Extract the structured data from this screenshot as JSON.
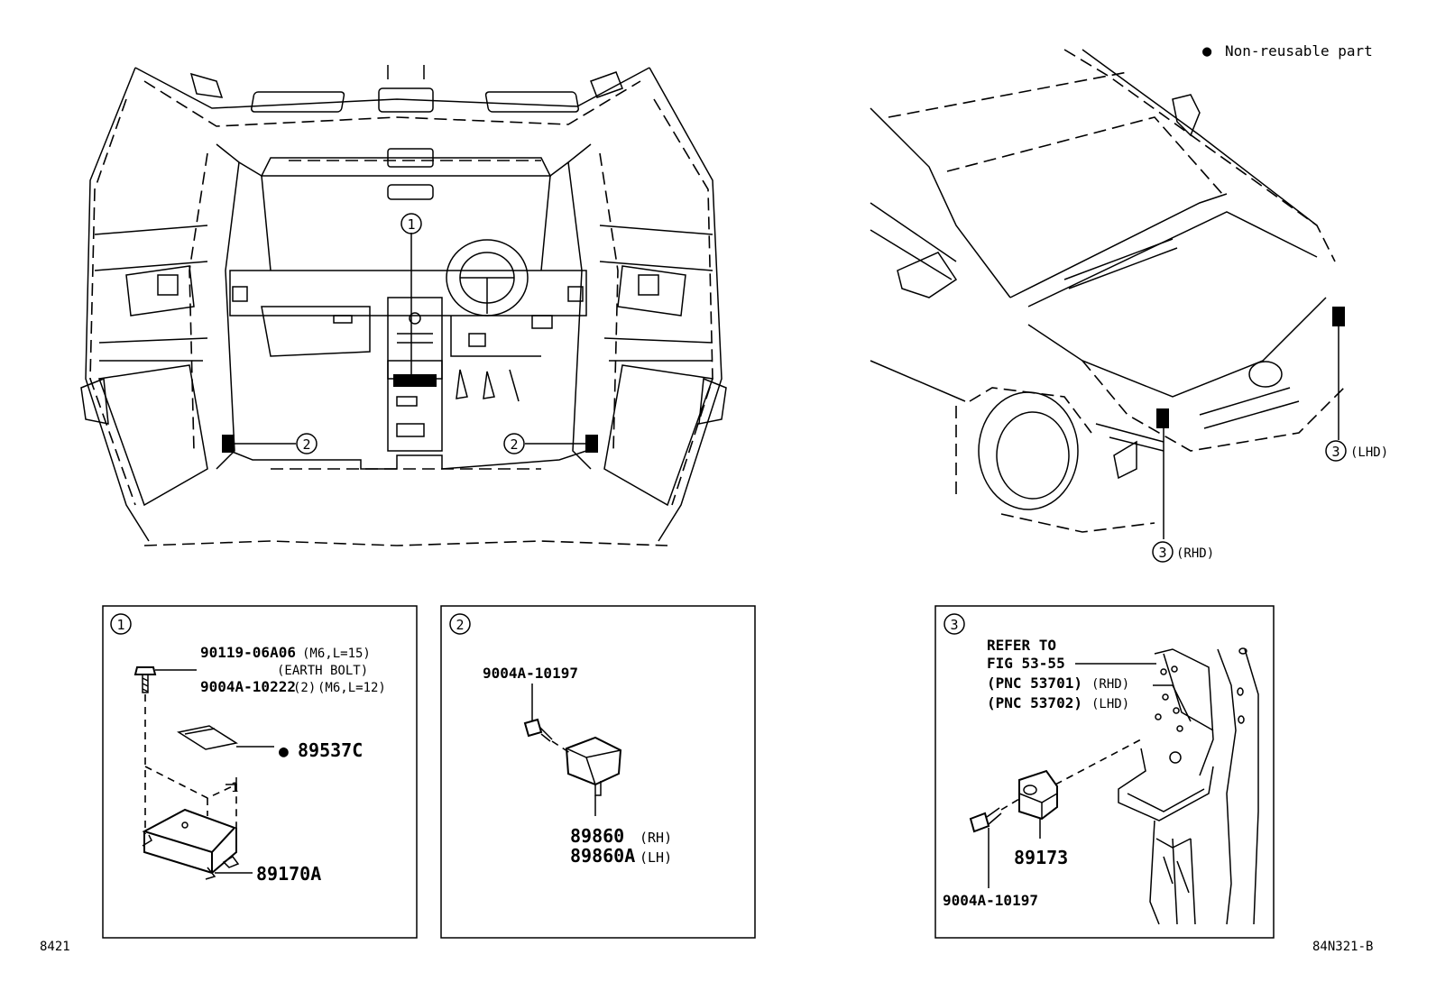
{
  "legend": {
    "bullet": "●",
    "text": "Non-reusable part"
  },
  "callouts": {
    "c1": "1",
    "c2": "2",
    "c3": "3",
    "rhd": "(RHD)",
    "lhd": "(LHD)"
  },
  "panel1": {
    "number": "1",
    "part_a_no": "90119-06A06",
    "part_a_spec": "(M6,L=15)",
    "part_a_note": "(EARTH BOLT)",
    "part_b_no": "9004A-10222",
    "part_b_qty": "(2)",
    "part_b_spec": "(M6,L=12)",
    "label_mark": "●",
    "label_no": "89537C",
    "ecu_no": "89170A",
    "leader_num": "1"
  },
  "panel2": {
    "number": "2",
    "bolt_no": "9004A-10197",
    "sensor_rh": "89860",
    "sensor_rh_side": "(RH)",
    "sensor_lh": "89860A",
    "sensor_lh_side": "(LH)"
  },
  "panel3": {
    "number": "3",
    "ref_line1": "REFER TO",
    "ref_line2": "FIG 53-55",
    "ref_line3": "(PNC 53701)",
    "ref_line3_side": "(RHD)",
    "ref_line4": "(PNC 53702)",
    "ref_line4_side": "(LHD)",
    "sensor_no": "89173",
    "bolt_no": "9004A-10197"
  },
  "footer": {
    "left": "8421",
    "right": "84N321-B"
  }
}
